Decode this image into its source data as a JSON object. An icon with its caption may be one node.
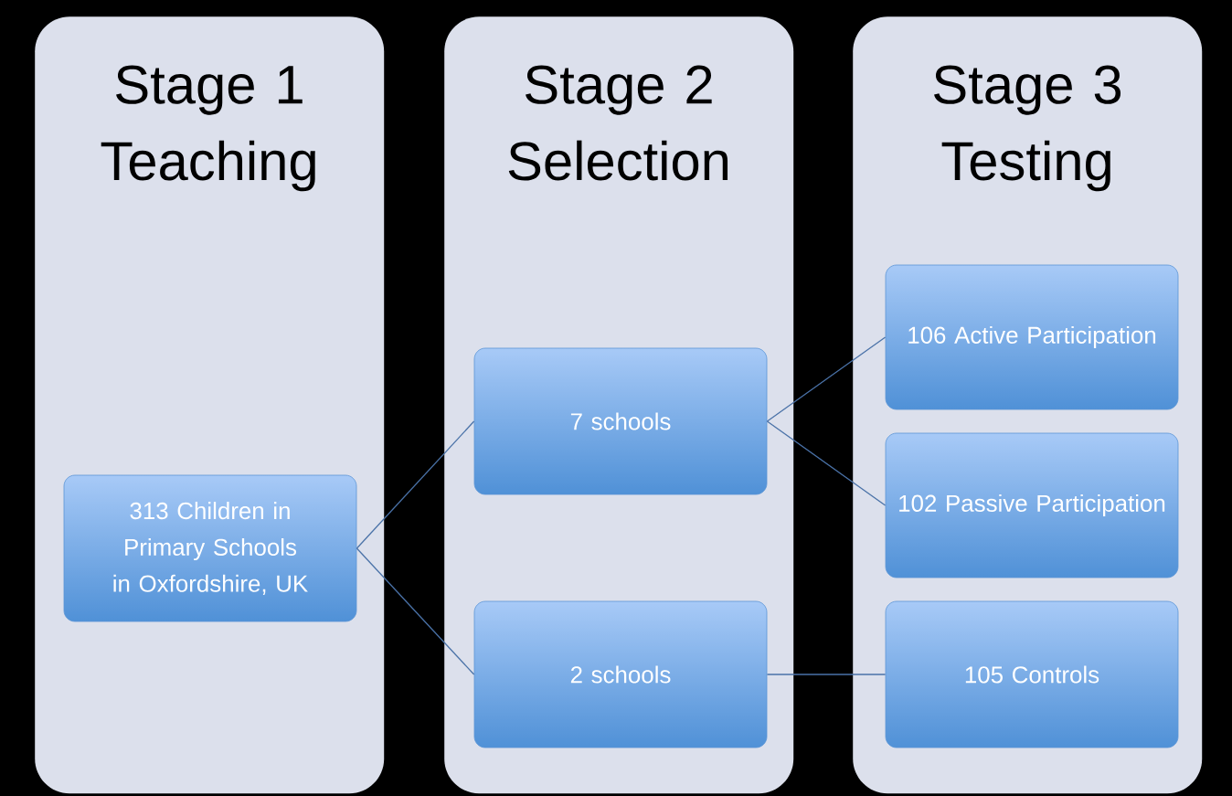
{
  "diagram": {
    "nodes": [
      {
        "text": [
          "Stage 1 Teaching"
        ]
      },
      {
        "text": [
          "Stage 2 Selection"
        ]
      },
      {
        "text": [
          "Stage 3 Testing"
        ]
      },
      {
        "text": [
          "313 Children in Primary Schools in Oxfordshire, UK"
        ],
        "in": 0
      },
      {
        "text": [
          "7 schools"
        ],
        "in": 1
      },
      {
        "text": [
          "2 schools"
        ],
        "in": 1
      },
      {
        "text": [
          "106 Active Participation"
        ],
        "in": 2
      },
      {
        "text": [
          "102 Passive Participation"
        ],
        "in": 2
      },
      {
        "text": [
          "105 Controls"
        ],
        "in": 2
      }
    ],
    "edges": [
      {
        "from": 3,
        "to": 4,
        "arrow": "none"
      },
      {
        "from": 3,
        "to": 5,
        "arrow": "none"
      },
      {
        "from": 4,
        "to": 6,
        "arrow": "none"
      },
      {
        "from": 4,
        "to": 7,
        "arrow": "none"
      },
      {
        "from": 5,
        "to": 8,
        "arrow": "none"
      }
    ]
  }
}
